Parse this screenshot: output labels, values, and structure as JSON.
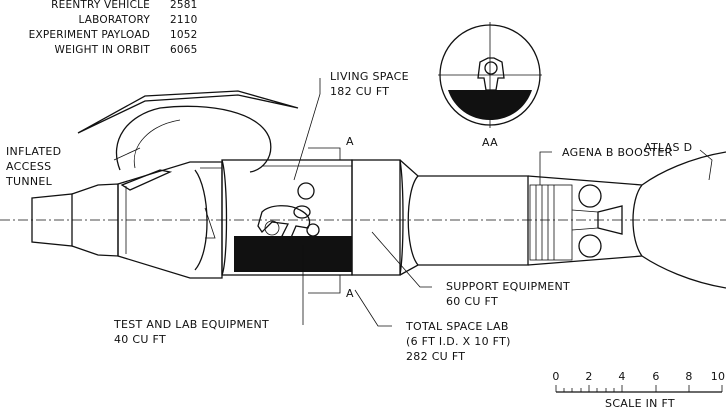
{
  "weights": [
    {
      "label": "REENTRY VEHICLE",
      "value": "2581"
    },
    {
      "label": "LABORATORY",
      "value": "2110"
    },
    {
      "label": "EXPERIMENT PAYLOAD",
      "value": "1052"
    },
    {
      "label": "WEIGHT IN ORBIT",
      "value": "6065"
    }
  ],
  "callouts": {
    "living_space": [
      "LIVING SPACE",
      "182 CU FT"
    ],
    "inflated_tunnel": [
      "INFLATED",
      "ACCESS",
      "TUNNEL"
    ],
    "section_mark": "A",
    "section_view": "AA",
    "atlas": "ATLAS D",
    "agena": "AGENA B BOOSTER",
    "support": [
      "SUPPORT EQUIPMENT",
      "60 CU FT"
    ],
    "test_lab": [
      "TEST AND LAB EQUIPMENT",
      "40 CU FT"
    ],
    "total_lab": [
      "TOTAL SPACE LAB",
      "(6 FT I.D. X 10 FT)",
      "282 CU FT"
    ]
  },
  "scale": {
    "ticks": [
      "0",
      "2",
      "4",
      "6",
      "8",
      "10"
    ],
    "caption": "SCALE IN FT"
  }
}
